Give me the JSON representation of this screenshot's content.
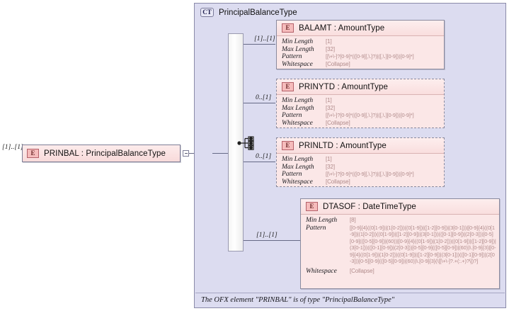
{
  "diagram": {
    "kind": "xsd-schema-diagram",
    "root_element": {
      "icon": "element-icon",
      "icon_label": "E",
      "name": "PRINBAL",
      "separator": ":",
      "type": "PrincipalBalanceType",
      "title": "PRINBAL : PrincipalBalanceType",
      "cardinality": "[1]..[1]",
      "collapse_control": "collapse-minus"
    },
    "complex_type": {
      "icon_label": "CT",
      "icon": "complextype-icon",
      "name": "PrincipalBalanceType",
      "compositor": "sequence",
      "compositor_icon": "sequence-icon",
      "footer_note": "The OFX element \"PRINBAL\" is of type \"PrincipalBalanceType\""
    },
    "children": [
      {
        "icon_label": "E",
        "name": "BALAMT",
        "separator": ":",
        "type": "AmountType",
        "title": "BALAMT : AmountType",
        "cardinality": "[1]..[1]",
        "occurrence": "required",
        "facets": [
          {
            "label": "Min Length",
            "value": "[1]"
          },
          {
            "label": "Max Length",
            "value": "[32]"
          },
          {
            "label": "Pattern",
            "value": "[[\\+\\-]?[0-9]*(([0-9][,\\.]?)|([,\\.][0-9]))[0-9]*]"
          },
          {
            "label": "Whitespace",
            "value": "[Collapse]"
          }
        ]
      },
      {
        "icon_label": "E",
        "name": "PRINYTD",
        "separator": ":",
        "type": "AmountType",
        "title": "PRINYTD : AmountType",
        "cardinality": "0..[1]",
        "occurrence": "optional",
        "facets": [
          {
            "label": "Min Length",
            "value": "[1]"
          },
          {
            "label": "Max Length",
            "value": "[32]"
          },
          {
            "label": "Pattern",
            "value": "[[\\+\\-]?[0-9]*(([0-9][,\\.]?)|([,\\.][0-9]))[0-9]*]"
          },
          {
            "label": "Whitespace",
            "value": "[Collapse]"
          }
        ]
      },
      {
        "icon_label": "E",
        "name": "PRINLTD",
        "separator": ":",
        "type": "AmountType",
        "title": "PRINLTD : AmountType",
        "cardinality": "0..[1]",
        "occurrence": "optional",
        "facets": [
          {
            "label": "Min Length",
            "value": "[1]"
          },
          {
            "label": "Max Length",
            "value": "[32]"
          },
          {
            "label": "Pattern",
            "value": "[[\\+\\-]?[0-9]*(([0-9][,\\.]?)|([,\\.][0-9]))[0-9]*]"
          },
          {
            "label": "Whitespace",
            "value": "[Collapse]"
          }
        ]
      },
      {
        "icon_label": "E",
        "name": "DTASOF",
        "separator": ":",
        "type": "DateTimeType",
        "title": "DTASOF : DateTimeType",
        "cardinality": "[1]..[1]",
        "occurrence": "required",
        "facets": [
          {
            "label": "Min Length",
            "value": "[8]"
          },
          {
            "label": "Pattern",
            "value": "[[0-9]{4}((0[1-9])|(1[0-2]))((0[1-9])|([1-2][0-9])|(3[0-1]))|[0-9]{4}((0[1-9])|(1[0-2]))((0[1-9])|([1-2][0-9])|(3[0-1]))(([0-1][0-9])|(2[0-3]))[0-5][0-9](([0-5][0-9])|(60))|[0-9]{4}((0[1-9])|(1[0-2]))((0[1-9])|([1-2][0-9])|(3[0-1]))(([0-1][0-9])|(2[0-3]))[0-5][0-9](([0-5][0-9])|(60))\\.[0-9]{3}|[0-9]{4}((0[1-9])|(1[0-2]))((0[1-9])|([1-2][0-9])|(3[0-1]))(([0-1][0-9])|(2[0-3]))[0-5][0-9](([0-5][0-9])|(60))\\.[0-9]{3}(\\[[\\+\\-]?.+(:.+)?\\])?]"
          },
          {
            "label": "Whitespace",
            "value": "[Collapse]"
          }
        ]
      }
    ]
  }
}
